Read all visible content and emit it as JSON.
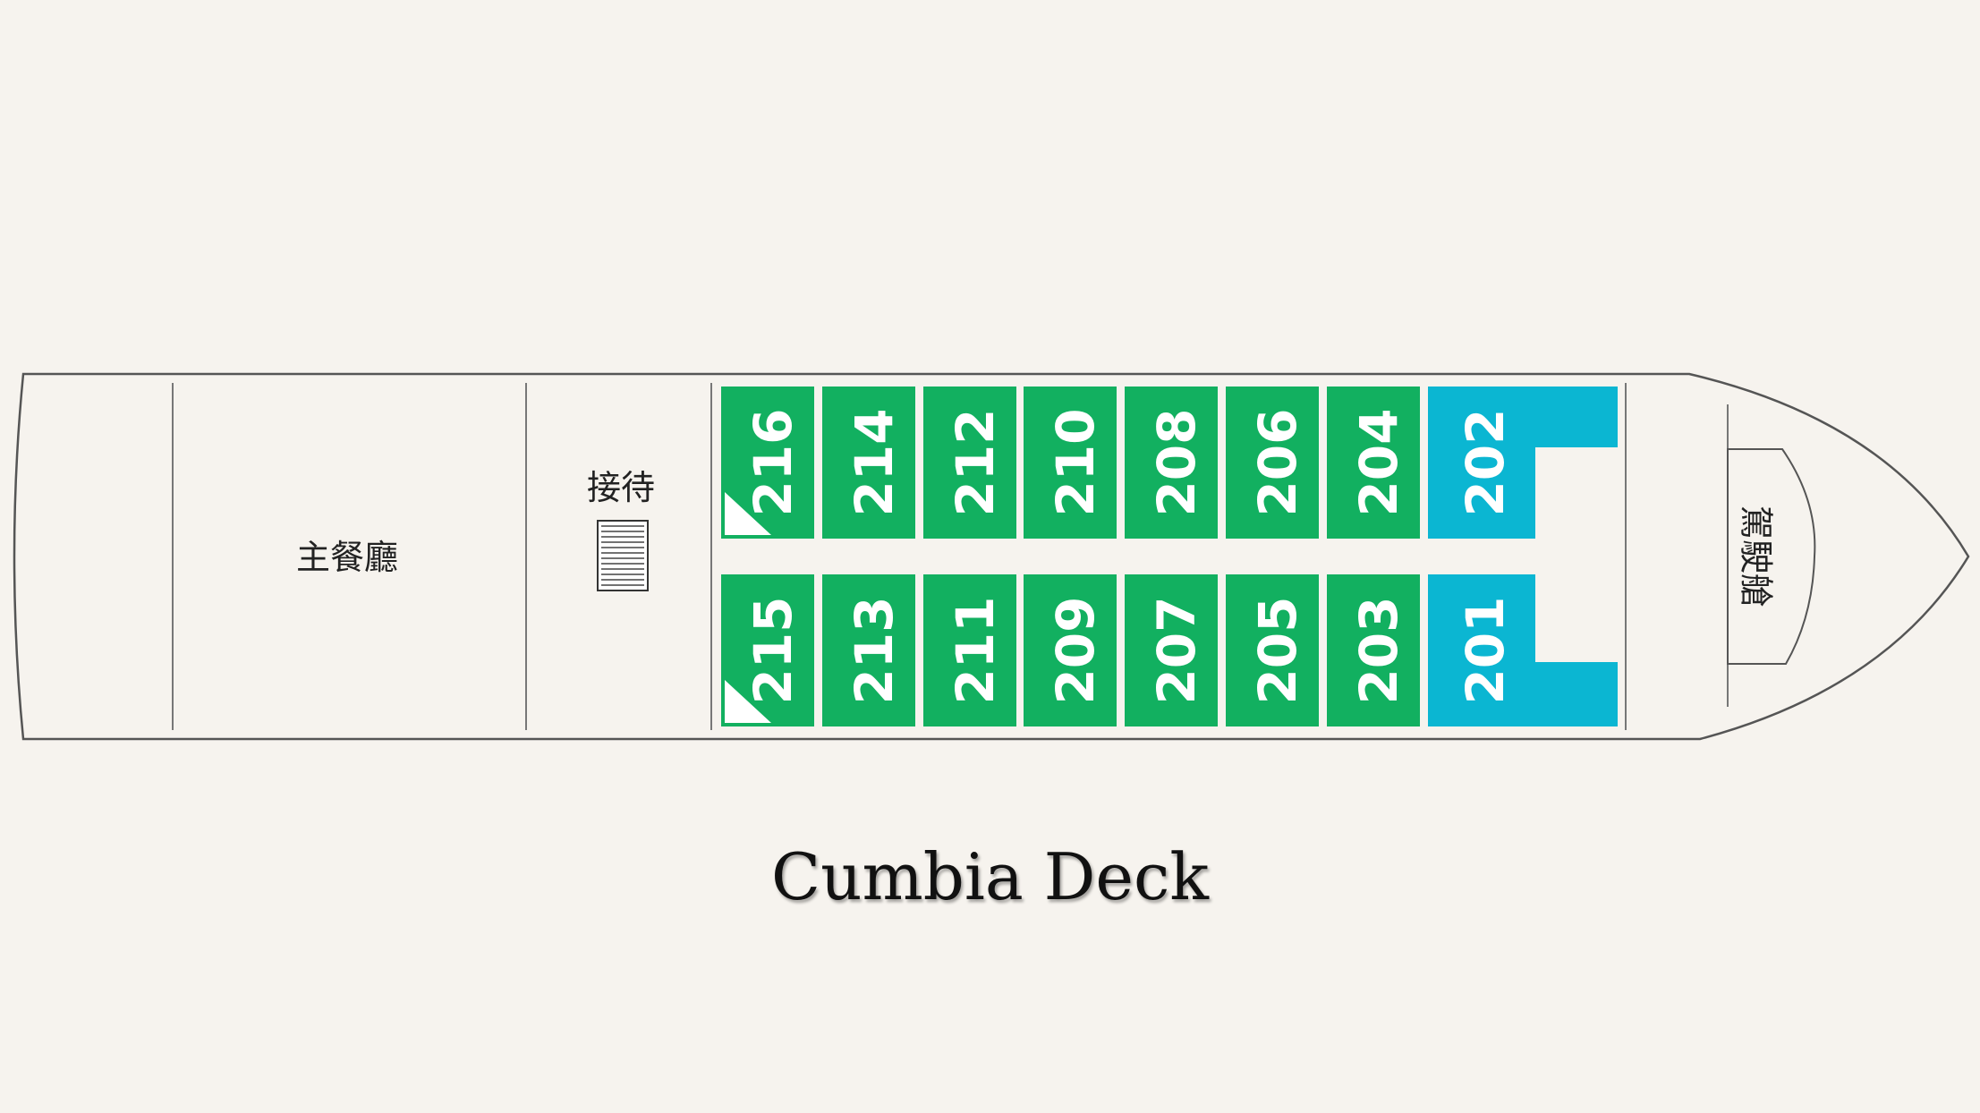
{
  "deck": {
    "title": "Cumbia Deck",
    "colors": {
      "background": "#f6f3ee",
      "hull_outline": "#555555",
      "standard_cabin": "#12b060",
      "suite_cabin": "#0bb6d2"
    },
    "zones": {
      "main_dining": "主餐廳",
      "reception": "接待",
      "bridge": "駕駛艙"
    },
    "icons": {
      "stairs": "stairs-icon",
      "accessible_marker": "corner-triangle-icon"
    },
    "cabins_top": [
      {
        "number": "216",
        "type": "standard",
        "marker": true
      },
      {
        "number": "214",
        "type": "standard",
        "marker": false
      },
      {
        "number": "212",
        "type": "standard",
        "marker": false
      },
      {
        "number": "210",
        "type": "standard",
        "marker": false
      },
      {
        "number": "208",
        "type": "standard",
        "marker": false
      },
      {
        "number": "206",
        "type": "standard",
        "marker": false
      },
      {
        "number": "204",
        "type": "standard",
        "marker": false
      },
      {
        "number": "202",
        "type": "suite",
        "marker": false
      }
    ],
    "cabins_bottom": [
      {
        "number": "215",
        "type": "standard",
        "marker": true
      },
      {
        "number": "213",
        "type": "standard",
        "marker": false
      },
      {
        "number": "211",
        "type": "standard",
        "marker": false
      },
      {
        "number": "209",
        "type": "standard",
        "marker": false
      },
      {
        "number": "207",
        "type": "standard",
        "marker": false
      },
      {
        "number": "205",
        "type": "standard",
        "marker": false
      },
      {
        "number": "203",
        "type": "standard",
        "marker": false
      },
      {
        "number": "201",
        "type": "suite",
        "marker": false
      }
    ]
  }
}
